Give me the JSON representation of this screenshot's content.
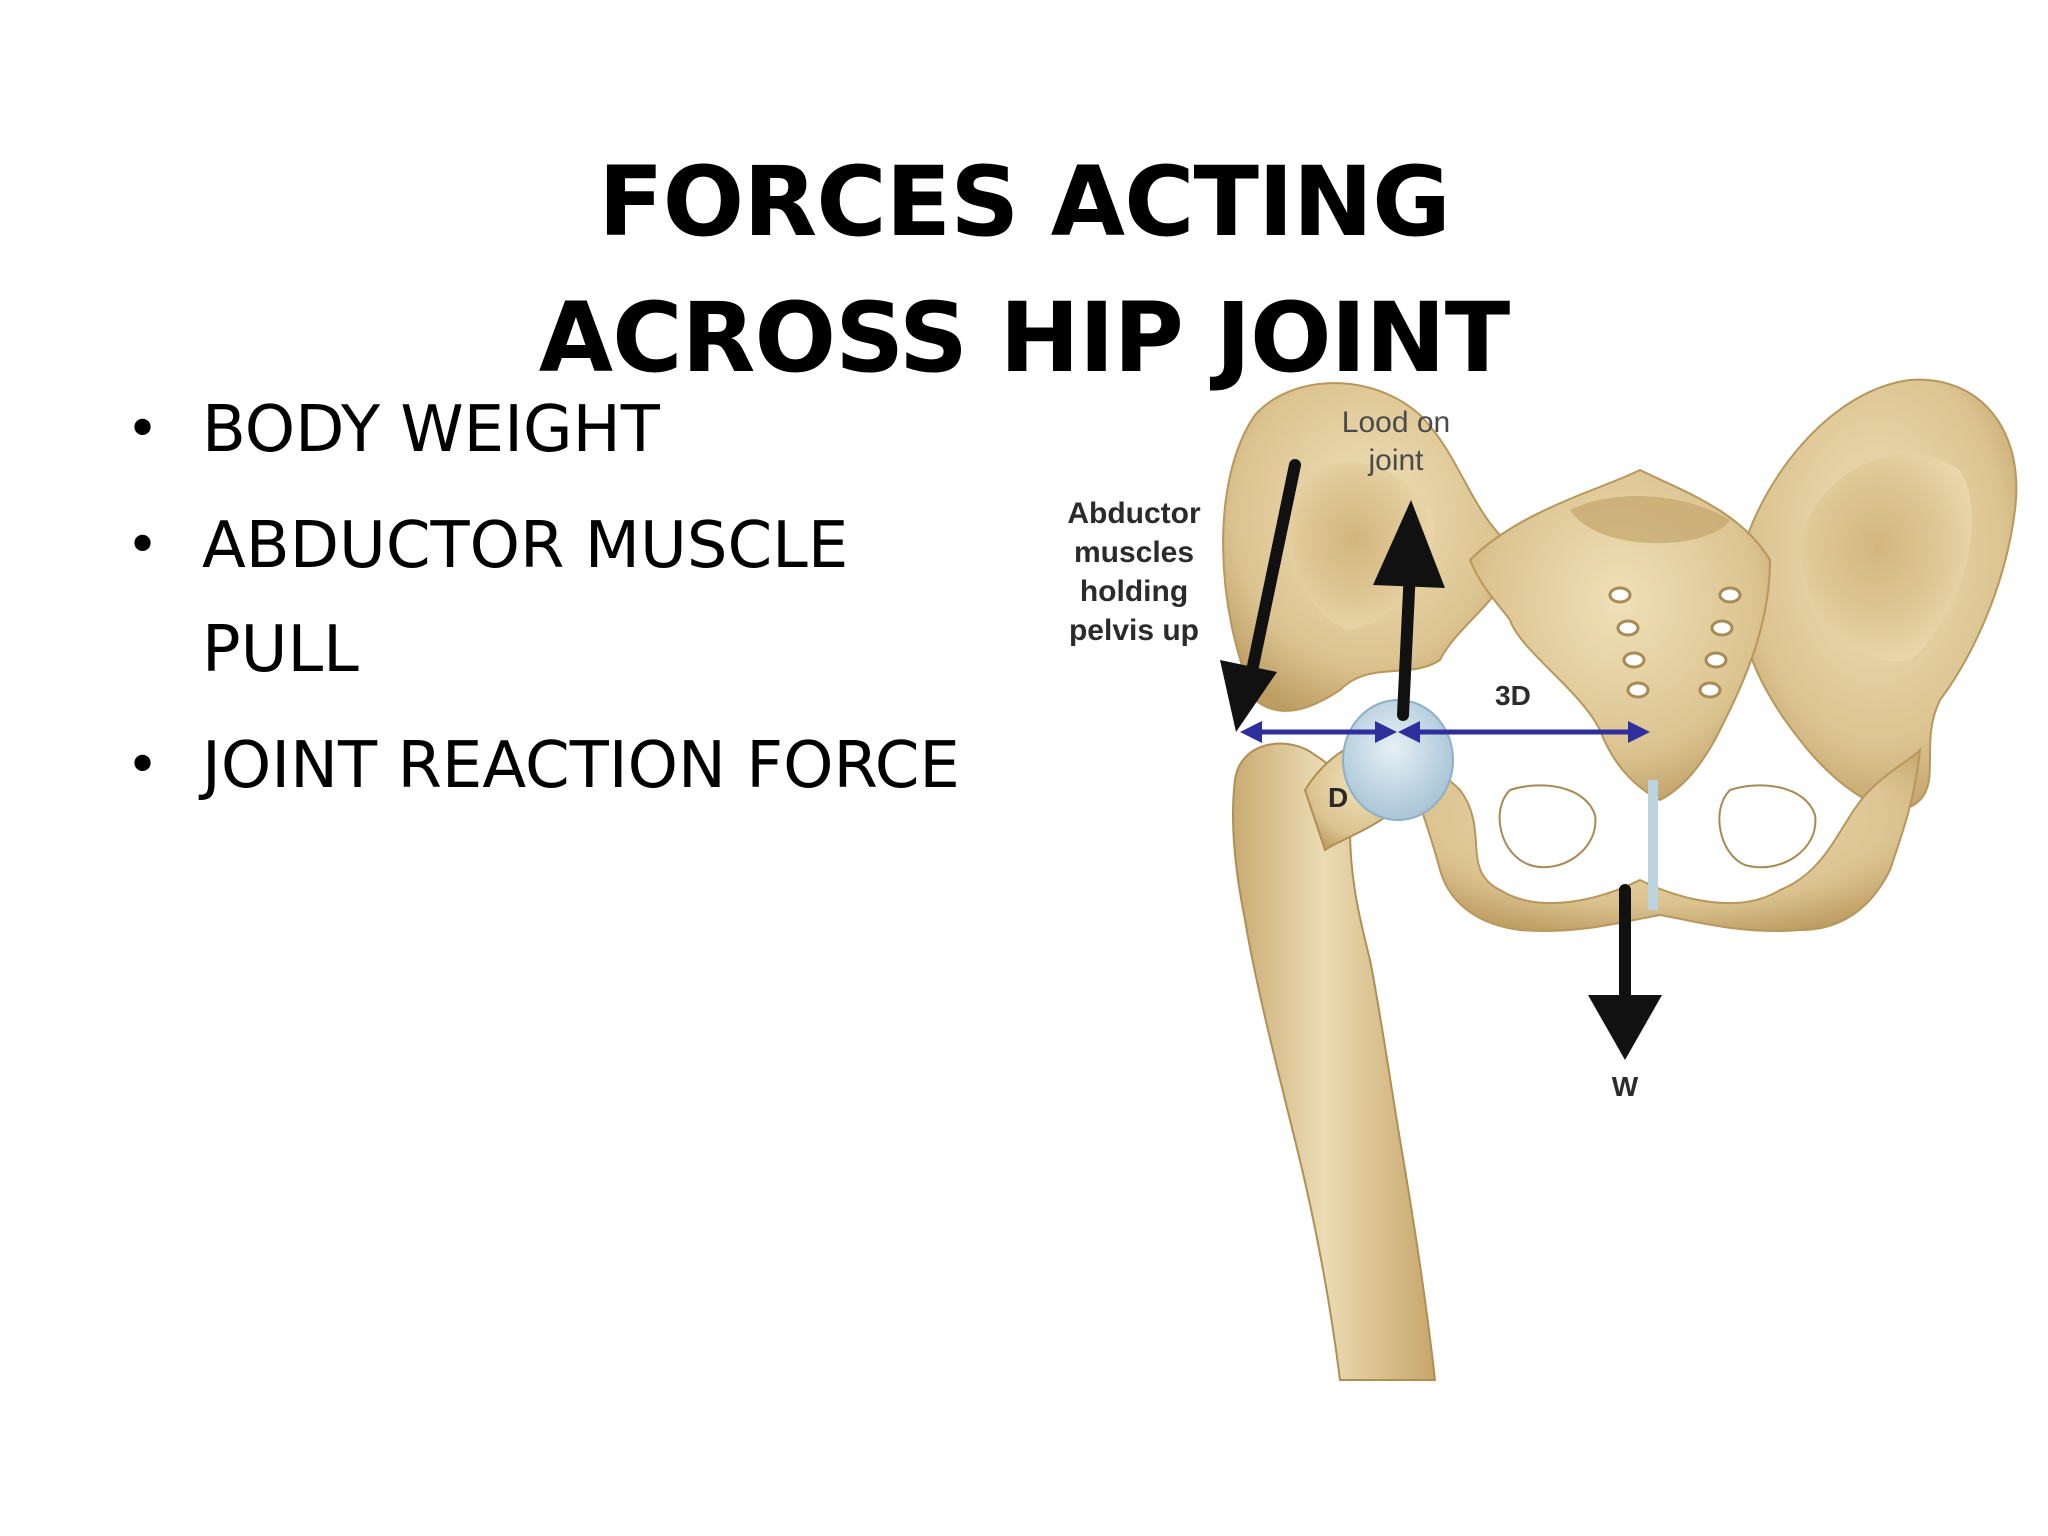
{
  "slide": {
    "title_line1": "FORCES ACTING",
    "title_line2": "ACROSS HIP JOINT",
    "bullet_symbol": "•",
    "bullets": [
      {
        "line1": "BODY WEIGHT",
        "line2": ""
      },
      {
        "line1": "ABDUCTOR MUSCLE",
        "line2": "PULL"
      },
      {
        "line1": "JOINT REACTION FORCE",
        "line2": ""
      }
    ]
  },
  "figure": {
    "label_load_line1": "Lood on",
    "label_load_line2": "joint",
    "label_abductor_line1": "Abductor",
    "label_abductor_line2": "muscles",
    "label_abductor_line3": "holding",
    "label_abductor_line4": "pelvis up",
    "label_3d": "3D",
    "label_d": "D",
    "label_w": "W",
    "colors": {
      "bone": "#e2cc9c",
      "bone_dark": "#c4a66c",
      "arrow_black": "#111111",
      "arrow_blue": "#2e2f9c",
      "joint_blue": "#bfd6e4"
    }
  }
}
